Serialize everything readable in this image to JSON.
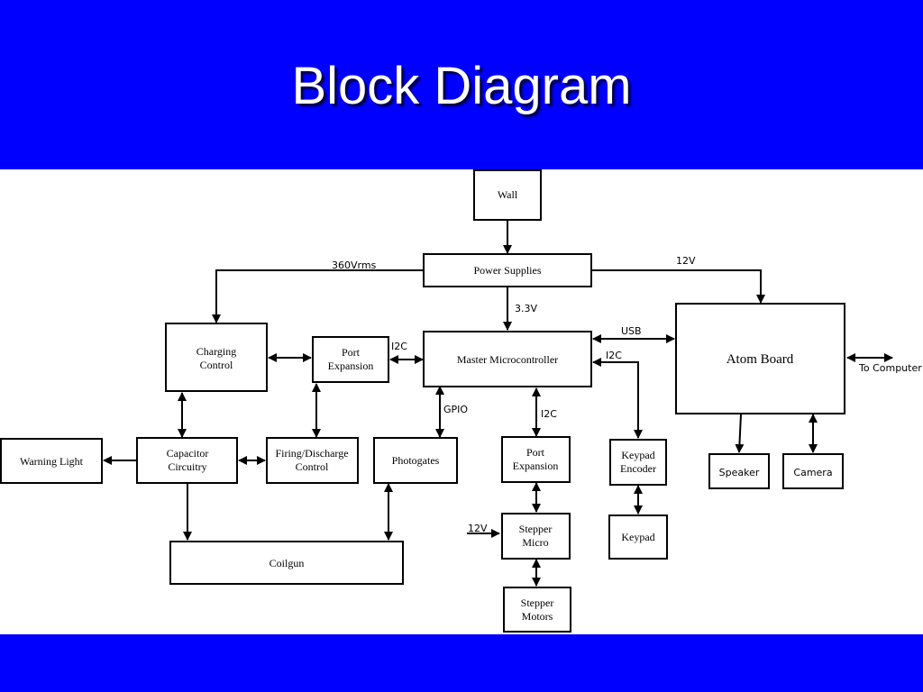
{
  "title": "Block Diagram",
  "blocks": {
    "wall": "Wall",
    "power_supplies": "Power Supplies",
    "charging_control": [
      "Charging",
      "Control"
    ],
    "port_expansion_left": [
      "Port",
      "Expansion"
    ],
    "master_microcontroller": "Master Microcontroller",
    "atom_board": "Atom Board",
    "warning_light": "Warning Light",
    "capacitor_circuitry": [
      "Capacitor",
      "Circuitry"
    ],
    "firing_discharge_control": [
      "Firing/Discharge",
      "Control"
    ],
    "photogates": "Photogates",
    "port_expansion_center": [
      "Port",
      "Expansion"
    ],
    "keypad_encoder": [
      "Keypad",
      "Encoder"
    ],
    "speaker": "Speaker",
    "camera": "Camera",
    "coilgun": "Coilgun",
    "stepper_micro": [
      "Stepper",
      "Micro"
    ],
    "keypad": "Keypad",
    "stepper_motors": [
      "Stepper",
      "Motors"
    ]
  },
  "labels": {
    "v360": "360Vrms",
    "v12_top": "12V",
    "v33": "3.3V",
    "usb": "USB",
    "i2c_left": "I2C",
    "i2c_right": "I2C",
    "i2c_center": "I2C",
    "gpio": "GPIO",
    "to_computer": "To Computer",
    "v12_stepper": "12V"
  }
}
